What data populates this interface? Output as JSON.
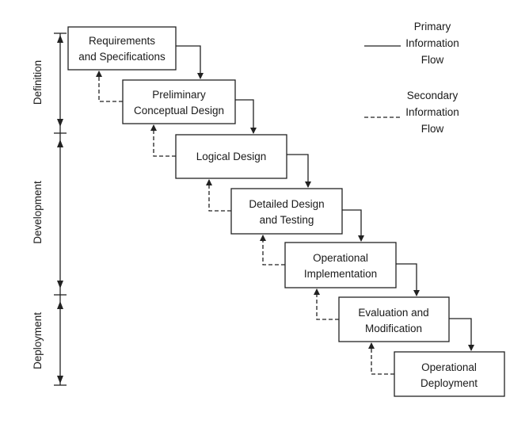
{
  "stages": [
    {
      "lines": [
        "Requirements",
        "and Specifications"
      ]
    },
    {
      "lines": [
        "Preliminary",
        "Conceptual Design"
      ]
    },
    {
      "lines": [
        "Logical Design"
      ]
    },
    {
      "lines": [
        "Detailed Design",
        "and Testing"
      ]
    },
    {
      "lines": [
        "Operational",
        "Implementation"
      ]
    },
    {
      "lines": [
        "Evaluation and",
        "Modification"
      ]
    },
    {
      "lines": [
        "Operational",
        "Deployment"
      ]
    }
  ],
  "phases": [
    {
      "label": "Definition"
    },
    {
      "label": "Development"
    },
    {
      "label": "Deployment"
    }
  ],
  "legend": {
    "primary": [
      "Primary",
      "Information",
      "Flow"
    ],
    "secondary": [
      "Secondary",
      "Information",
      "Flow"
    ]
  }
}
